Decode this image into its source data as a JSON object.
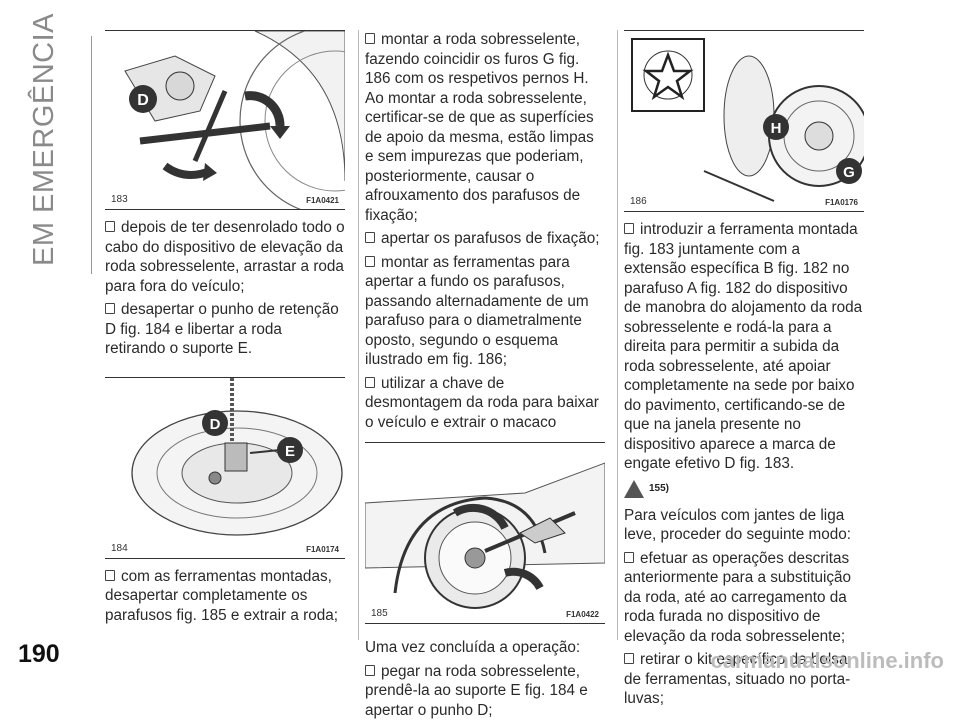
{
  "section_title": "EM EMERGÊNCIA",
  "page_number": "190",
  "watermark": "carmanualsonline.info",
  "col1": {
    "fig183": {
      "num": "183",
      "code": "F1A0421",
      "label_d": "D"
    },
    "items_a": [
      "depois de ter desenrolado todo o cabo do dispositivo de elevação da roda sobresselente, arrastar a roda para fora do veículo;",
      "desapertar o punho de retenção D fig. 184 e libertar a roda retirando o suporte E."
    ],
    "fig184": {
      "num": "184",
      "code": "F1A0174",
      "label_d": "D",
      "label_e": "E"
    },
    "items_b": [
      "com as ferramentas montadas, desapertar completamente os parafusos fig. 185 e extrair a roda;"
    ]
  },
  "col2": {
    "items_a": [
      "montar a roda sobresselente, fazendo coincidir os furos G fig. 186 com os respetivos pernos H. Ao montar a roda sobresselente, certificar-se de que as superfícies de apoio da mesma, estão limpas e sem impurezas que poderiam, posteriormente, causar o afrouxamento dos parafusos de fixação;",
      "apertar os parafusos de fixação;",
      "montar as ferramentas para apertar a fundo os parafusos, passando alternadamente de um parafuso para o diametralmente oposto, segundo o esquema ilustrado em fig. 186;",
      "utilizar a chave de desmontagem da roda para baixar o veículo e extrair o macaco"
    ],
    "fig185": {
      "num": "185",
      "code": "F1A0422"
    },
    "para": "Uma vez concluída a operação:",
    "items_b": [
      "pegar na roda sobresselente, prendê-la ao suporte E fig. 184 e apertar o punho D;"
    ]
  },
  "col3": {
    "fig186": {
      "num": "186",
      "code": "F1A0176",
      "label_h": "H",
      "label_g": "G"
    },
    "items_a": [
      "introduzir a ferramenta montada fig. 183 juntamente com a extensão específica B fig. 182 no parafuso A fig. 182 do dispositivo de manobra do alojamento da roda sobresselente e rodá-la para a direita para permitir a subida da roda sobresselente, até apoiar completamente na sede por baixo do pavimento, certificando-se de que na janela presente no dispositivo aparece a marca de engate efetivo D fig. 183."
    ],
    "warning_ref": "155)",
    "para": "Para veículos com jantes de liga leve, proceder do seguinte modo:",
    "items_b": [
      "efetuar as operações descritas anteriormente para a substituição da roda, até ao carregamento da roda furada no dispositivo de elevação da roda sobresselente;",
      "retirar o kit específico da bolsa de ferramentas, situado no porta-luvas;"
    ]
  }
}
